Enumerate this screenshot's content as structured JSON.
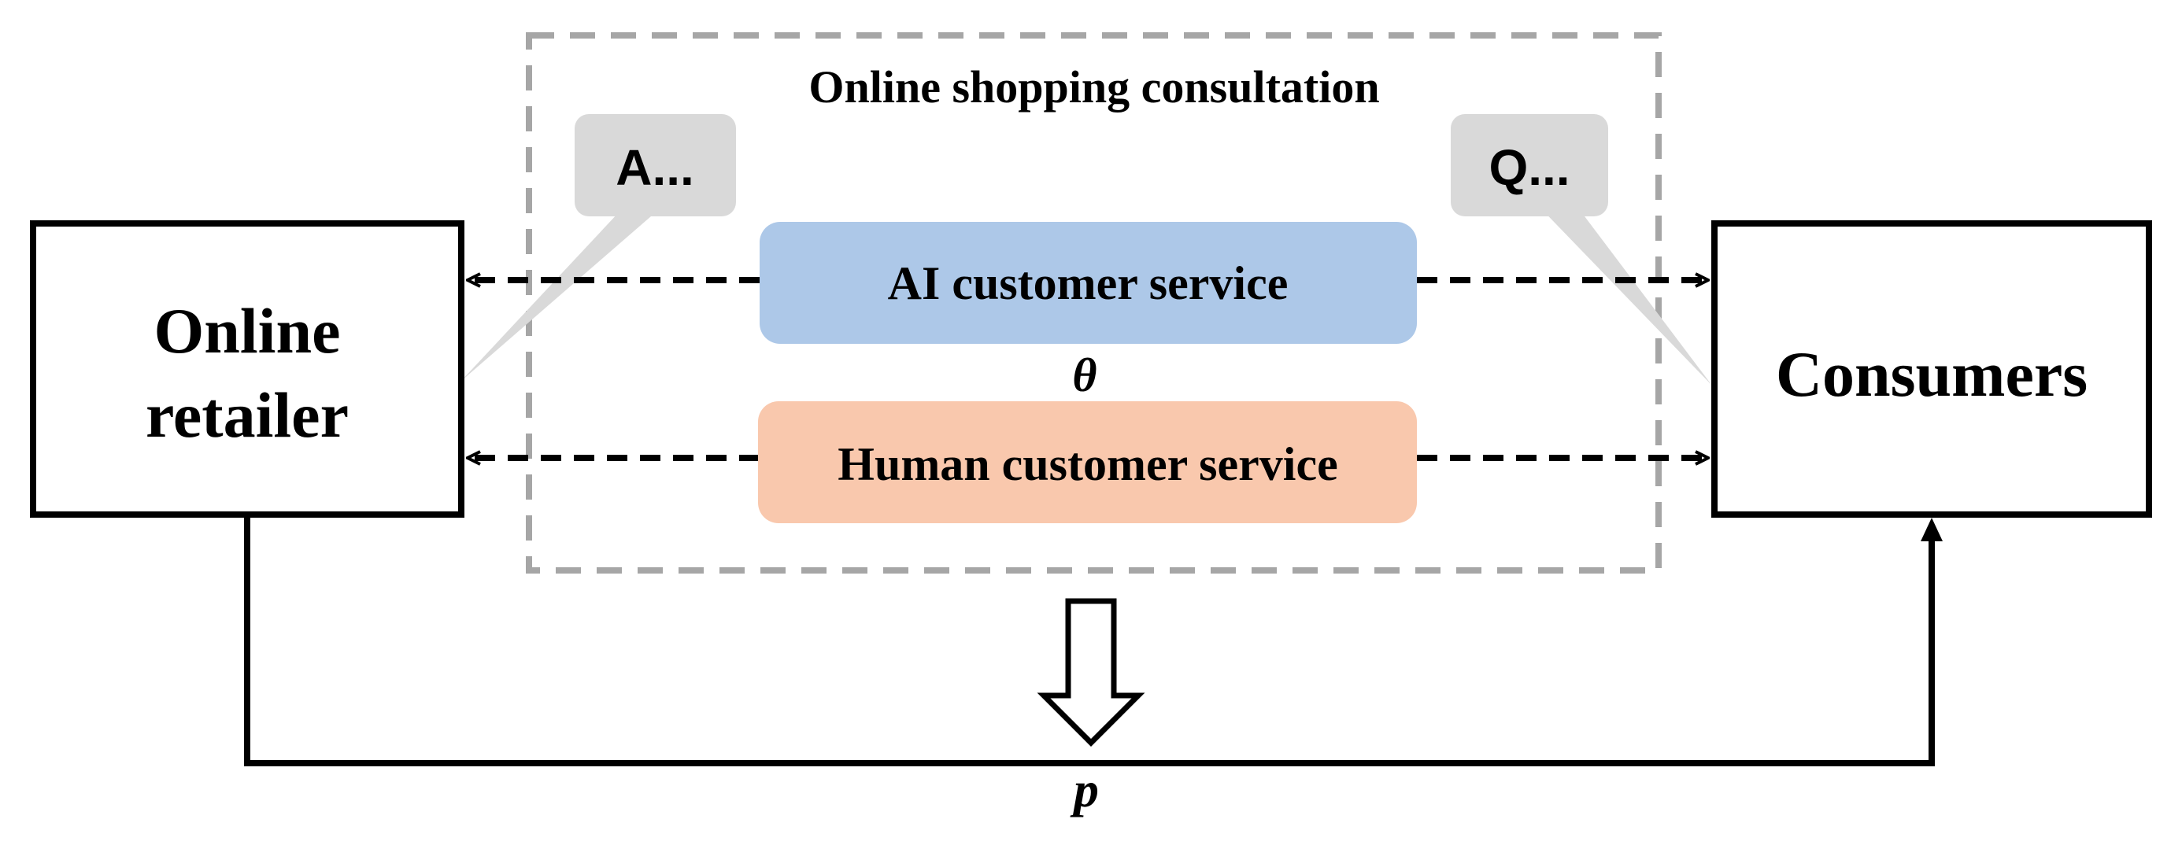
{
  "consultation_group": {
    "title": "Online shopping consultation"
  },
  "retailer": {
    "line1": "Online",
    "line2": "retailer"
  },
  "consumers": {
    "label": "Consumers"
  },
  "ai_service": {
    "label": "AI customer service",
    "fill_color": "#adc8e8"
  },
  "human_service": {
    "label": "Human customer service",
    "fill_color": "#f9c8ad"
  },
  "answer_bubble": {
    "label": "A..."
  },
  "question_bubble": {
    "label": "Q..."
  },
  "symbols": {
    "theta": "θ",
    "price": "p"
  },
  "colors": {
    "bubble_fill": "#d9d9d9",
    "dashed_frame": "#a6a6a6",
    "line": "#000000"
  }
}
